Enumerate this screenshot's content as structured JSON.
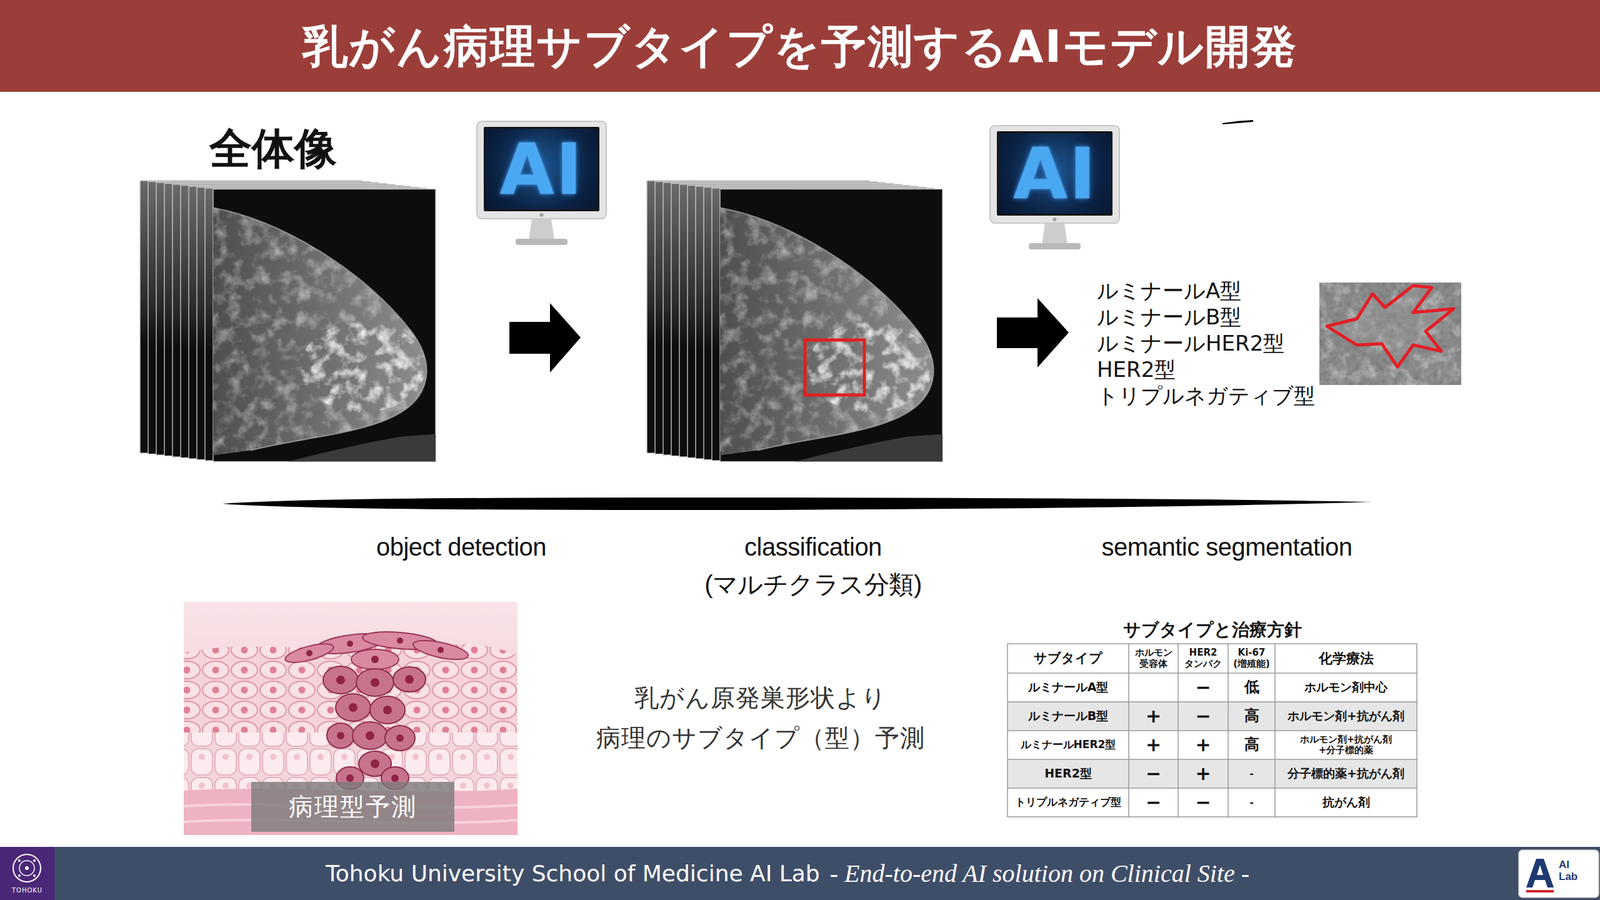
{
  "diagram": {
    "title": "乳がん病理サブタイプを予測するAIモデル開発",
    "nodes": [
      {
        "text": [
          "全体像"
        ]
      },
      {
        "text": [
          "AI"
        ]
      },
      {
        "text": [
          "AI"
        ]
      },
      {
        "text": [
          "病理型予測"
        ]
      },
      {
        "text": [
          "サブタイプと治療方針"
        ]
      }
    ],
    "labels": [
      "ルミナールA型",
      "ルミナールB型",
      "ルミナールHER2型",
      "HER2型",
      "トリプルネガティブ型",
      "object detection",
      "classification (マルチクラス分類)",
      "semantic segmentation",
      "乳がん原発巣形状より 病理のサブタイプ（型）予測",
      "サブタイプ",
      "ホルモン",
      "受容体",
      "HER2",
      "タンパク",
      "Ki-67",
      "(増殖能)",
      "化学療法",
      "ルミナールA型",
      "−",
      "低",
      "ホルモン剤中心",
      "ルミナールB型",
      "+",
      "−",
      "高",
      "ホルモン剤+抗がん剤",
      "ルミナールHER2型",
      "+",
      "+",
      "高",
      "ホルモン剤+抗がん剤",
      "+分子標的薬",
      "HER2型",
      "−",
      "+",
      "-",
      "分子標的薬+抗がん剤",
      "トリプルネガティブ型",
      "−",
      "−",
      "-",
      "抗がん剤",
      "Tohoku University School of Medicine AI Lab",
      "- End-to-end AI solution on Clinical Site -",
      "TOHOKU",
      "AI Lab"
    ]
  }
}
